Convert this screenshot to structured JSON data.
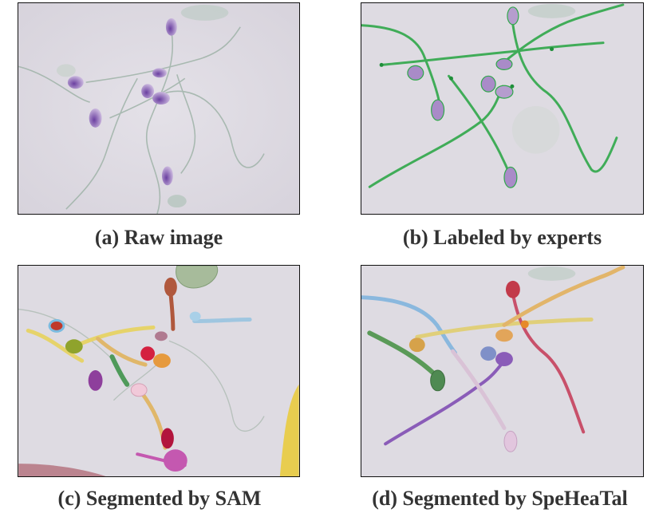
{
  "figure": {
    "panels": [
      {
        "id": "a",
        "caption": "(a) Raw image"
      },
      {
        "id": "b",
        "caption": "(b) Labeled by experts"
      },
      {
        "id": "c",
        "caption": "(c) Segmented by SAM"
      },
      {
        "id": "d",
        "caption": "(d) Segmented by SpeHeaTal"
      }
    ]
  }
}
